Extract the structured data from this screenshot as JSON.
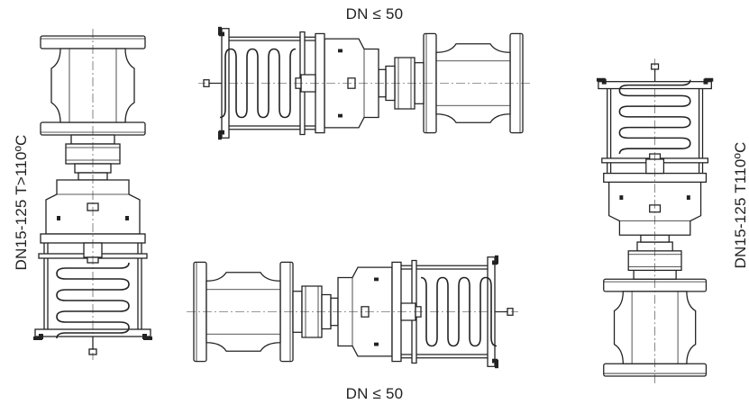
{
  "labels": {
    "top": "DN ≤ 50",
    "bottom": "DN ≤ 50",
    "left": "DN15-125 T>110ºC",
    "right": "DN15-125 T110ºC"
  },
  "views": [
    {
      "orientation": "vertical, valve on top, spring below"
    },
    {
      "orientation": "horizontal, spring left, valve right"
    },
    {
      "orientation": "horizontal, valve left, spring right"
    },
    {
      "orientation": "vertical, spring on top, valve below"
    }
  ]
}
